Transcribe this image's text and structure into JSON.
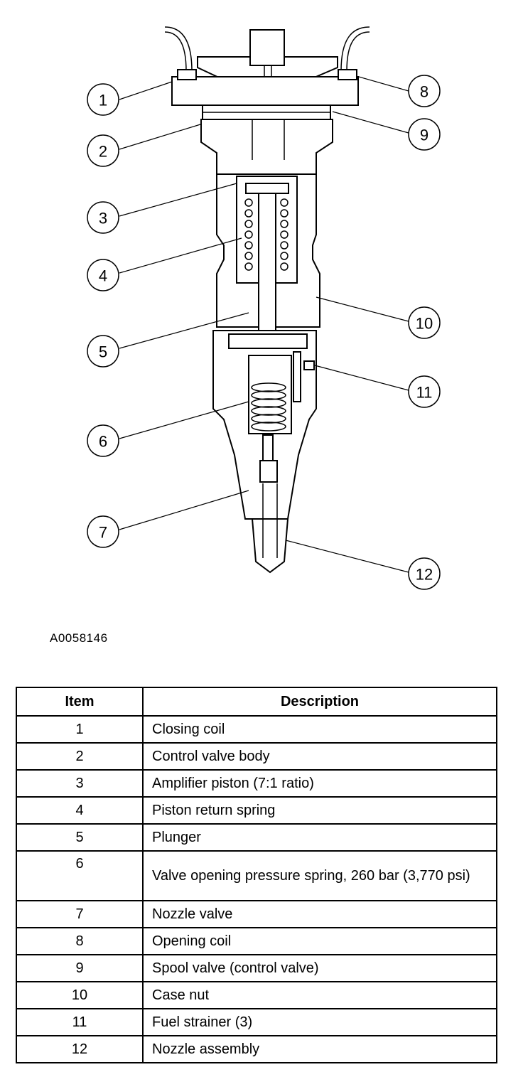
{
  "figure_id": "A0058146",
  "table": {
    "header_item": "Item",
    "header_description": "Description",
    "rows": [
      {
        "item": "1",
        "description": "Closing coil"
      },
      {
        "item": "2",
        "description": "Control valve body"
      },
      {
        "item": "3",
        "description": "Amplifier piston (7:1 ratio)"
      },
      {
        "item": "4",
        "description": "Piston return spring"
      },
      {
        "item": "5",
        "description": "Plunger"
      },
      {
        "item": "6",
        "description": "Valve opening pressure spring, 260 bar (3,770 psi)"
      },
      {
        "item": "7",
        "description": "Nozzle valve"
      },
      {
        "item": "8",
        "description": "Opening coil"
      },
      {
        "item": "9",
        "description": "Spool valve (control valve)"
      },
      {
        "item": "10",
        "description": "Case nut"
      },
      {
        "item": "11",
        "description": "Fuel strainer (3)"
      },
      {
        "item": "12",
        "description": "Nozzle assembly"
      }
    ]
  },
  "callouts": [
    "1",
    "2",
    "3",
    "4",
    "5",
    "6",
    "7",
    "8",
    "9",
    "10",
    "11",
    "12"
  ]
}
